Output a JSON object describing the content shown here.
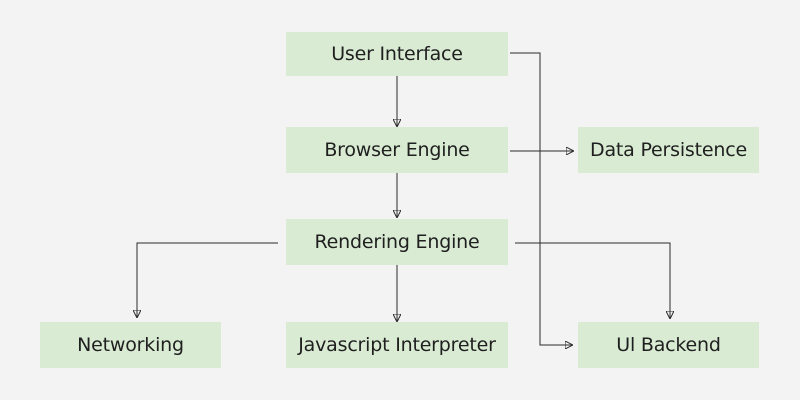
{
  "diagram": {
    "nodes": {
      "user_interface": "User Interface",
      "browser_engine": "Browser Engine",
      "data_persistence": "Data Persistence",
      "rendering_engine": "Rendering Engine",
      "networking": "Networking",
      "javascript_interpreter": "Javascript Interpreter",
      "ui_backend": "Ul Backend"
    },
    "edges": [
      {
        "from": "User Interface",
        "to": "Browser Engine"
      },
      {
        "from": "User Interface",
        "to": "Ul Backend"
      },
      {
        "from": "Browser Engine",
        "to": "Data Persistence"
      },
      {
        "from": "Browser Engine",
        "to": "Rendering Engine"
      },
      {
        "from": "Rendering Engine",
        "to": "Networking"
      },
      {
        "from": "Rendering Engine",
        "to": "Javascript Interpreter"
      },
      {
        "from": "Rendering Engine",
        "to": "Ul Backend"
      }
    ],
    "colors": {
      "node_fill": "#d9ebd3",
      "edge": "#2b2b2b",
      "background": "#f3f3f3"
    }
  }
}
